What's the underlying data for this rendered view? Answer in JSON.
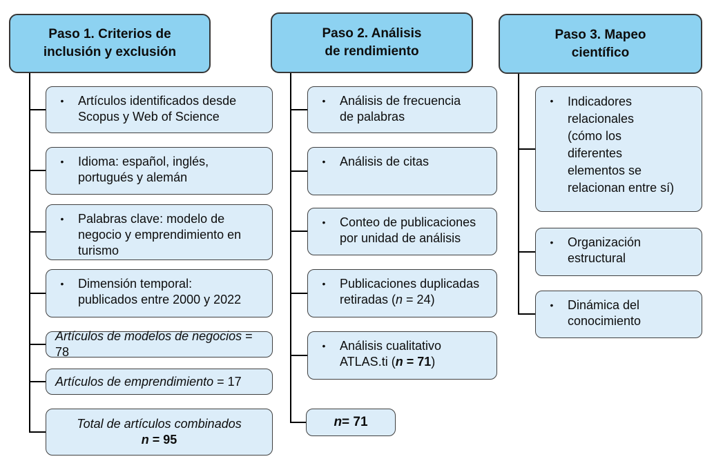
{
  "diagram": {
    "bullet_char": "•",
    "accent_colors": {
      "header_fill": "#8dd2f1",
      "child_fill": "#dcedf9",
      "border": "#3f3f3f",
      "connector": "#000000"
    },
    "columns": [
      {
        "header": "Paso 1. Criterios de\ninclusión y exclusión",
        "children": {
          "b1": {
            "text": "Artículos identificados desde\nScopus y Web of Science"
          },
          "b2": {
            "text": "Idioma: español, inglés,\nportugués y alemán"
          },
          "b3": {
            "text": "Palabras clave: modelo de\nnegocio y emprendimiento en\nturismo"
          },
          "b4": {
            "text": "Dimensión temporal:\npublicados entre 2000 y 2022"
          },
          "b5": {
            "italic": "Artículos de modelos de negocios",
            "suffix": " = 78"
          },
          "b6": {
            "italic": "Artículos de emprendimiento",
            "suffix": " = 17"
          },
          "b7": {
            "line1": "Total de artículos combinados",
            "n": "n",
            "eq": " = 95"
          }
        }
      },
      {
        "header": "Paso 2. Análisis\nde rendimiento",
        "children": {
          "b1": {
            "text": "Análisis de frecuencia\nde palabras"
          },
          "b2": {
            "text": "Análisis de citas"
          },
          "b3": {
            "text": "Conteo de publicaciones\npor unidad de análisis"
          },
          "b4": {
            "pre": "Publicaciones duplicadas\nretiradas (",
            "n": "n",
            "post": " = 24)"
          },
          "b5": {
            "pre": "Análisis cualitativo\nATLAS.ti  (",
            "n": "n",
            "bold": " = 71",
            "post": ")"
          },
          "b6": {
            "n": "n",
            "eq": " = 71"
          }
        }
      },
      {
        "header": "Paso 3. Mapeo\ncientífico",
        "children": {
          "b1": {
            "text": "Indicadores\nrelacionales\n(cómo los\ndiferentes\nelementos se\nrelacionan entre sí)"
          },
          "b2": {
            "text": "Organización\nestructural"
          },
          "b3": {
            "text": "Dinámica del\nconocimiento"
          }
        }
      }
    ]
  }
}
